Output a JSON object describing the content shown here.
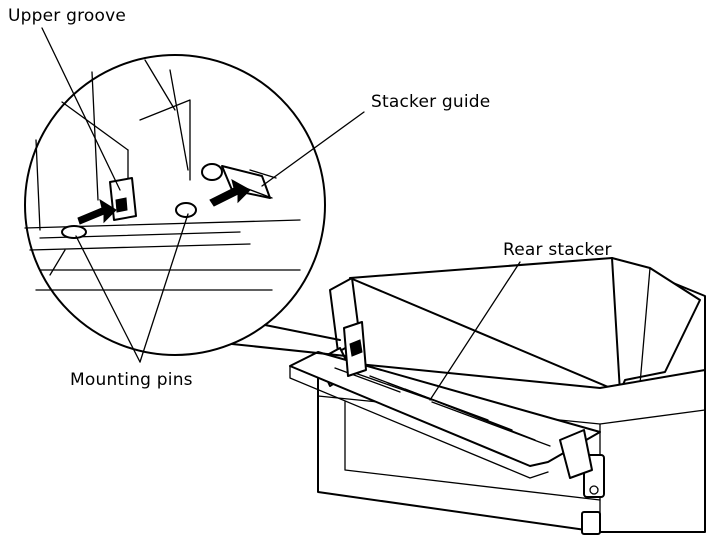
{
  "labels": {
    "upper_groove": "Upper groove",
    "stacker_guide": "Stacker guide",
    "rear_stacker": "Rear stacker",
    "mounting_pins": "Mounting pins"
  }
}
